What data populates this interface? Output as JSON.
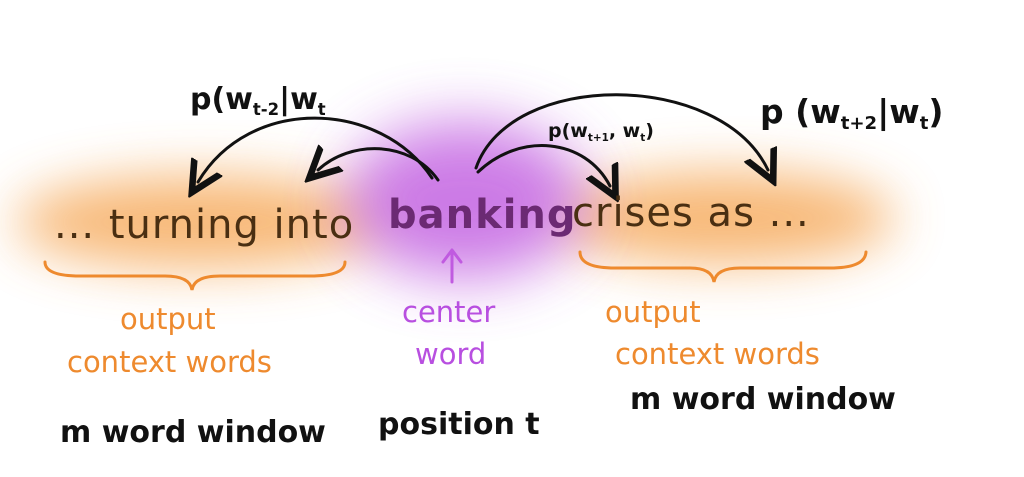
{
  "sentence": {
    "left_context": "... turning into",
    "center_word": "banking",
    "right_context": "crises as ..."
  },
  "probabilities": {
    "left_outer": {
      "prefix": "p(w",
      "sub": "t-2",
      "suffix": "|w",
      "cond_sub": "t",
      "close": ""
    },
    "right_inner": {
      "prefix": "p(w",
      "sub": "t+1",
      "suffix": ", w",
      "cond_sub": "t",
      "close": ")"
    },
    "right_outer": {
      "prefix": "p (w",
      "sub": "t+2",
      "suffix": "|w",
      "cond_sub": "t",
      "close": ")"
    }
  },
  "labels": {
    "left_output_line1": "output",
    "left_output_line2": "context words",
    "center_line1": "center",
    "center_line2": "word",
    "right_output_line1": "output",
    "right_output_line2": "context words",
    "left_window": "m word window",
    "center_position": "position t",
    "right_window": "m word window"
  },
  "colors": {
    "context_highlight": "#f5a04a",
    "center_highlight": "#c05ae0",
    "context_text": "#ee8a2e",
    "center_text": "#b84fe0",
    "sentence_text": "#4a2f12",
    "center_word_text": "#6b2a73",
    "ink": "#111111"
  },
  "icons": [
    "curved-arrow",
    "up-arrow",
    "curly-brace"
  ]
}
